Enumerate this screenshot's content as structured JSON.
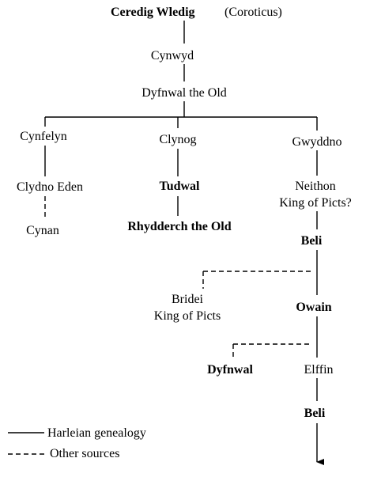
{
  "people": {
    "ceredig": "Ceredig Wledig",
    "ceredig_alias": "(Coroticus)",
    "cynwyd": "Cynwyd",
    "dyfnwal_old": "Dyfnwal the Old",
    "cynfelyn": "Cynfelyn",
    "clynog": "Clynog",
    "gwyddno": "Gwyddno",
    "clydno": "Clydno Eden",
    "tudwal": "Tudwal",
    "neithon": "Neithon",
    "neithon_title": "King of Picts?",
    "cynan": "Cynan",
    "rhydderch": "Rhydderch the Old",
    "beli1": "Beli",
    "bridei": "Bridei",
    "bridei_title": "King of Picts",
    "owain": "Owain",
    "dyfnwal": "Dyfnwal",
    "elffin": "Elffin",
    "beli2": "Beli"
  },
  "legend": {
    "solid": "Harleian genealogy",
    "dashed": "Other sources"
  }
}
